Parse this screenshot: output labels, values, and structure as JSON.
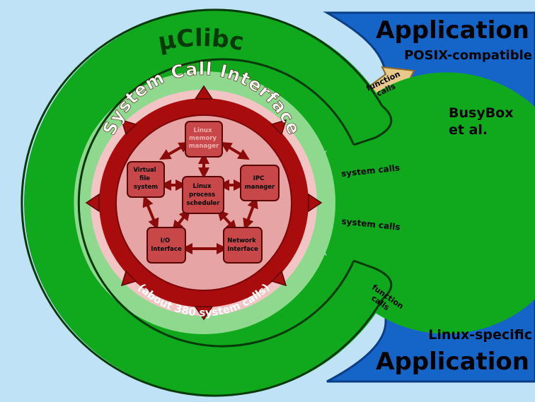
{
  "colors": {
    "background": "#bfe2f6",
    "outer_ring_green": "#10a81c",
    "inner_glow_green": "#8fd98f",
    "kernel_ring_red": "#a80c0c",
    "kernel_core_pink": "#e7a4a4",
    "module_box": "#c8484a",
    "application_blue": "#1565c8",
    "call_arrow_tan": "#e8c98a"
  },
  "library": {
    "name": "µClibc"
  },
  "kernel": {
    "ring_title": "System Call Interface",
    "ring_subtitle": "(about 380 system calls)",
    "modules": {
      "memory_manager": [
        "Linux",
        "memory",
        "manager"
      ],
      "virtual_file_system": [
        "Virtual",
        "file",
        "system"
      ],
      "process_scheduler": [
        "Linux",
        "process",
        "scheduler"
      ],
      "ipc_manager": [
        "IPC",
        "manager"
      ],
      "io_interface": [
        "I/O",
        "Interface"
      ],
      "network_interface": [
        "Network",
        "Interface"
      ]
    }
  },
  "applications": {
    "top": {
      "title": "Application",
      "subtitle": "POSIX-compatible",
      "examples": [
        "BusyBox",
        "et al."
      ]
    },
    "bottom": {
      "subtitle": "Linux-specific",
      "title": "Application"
    }
  },
  "calls": {
    "function_calls_top": [
      "function",
      "calls"
    ],
    "system_calls_top": "system calls",
    "system_calls_bottom": "system calls",
    "function_calls_bottom": [
      "function",
      "calls"
    ]
  }
}
